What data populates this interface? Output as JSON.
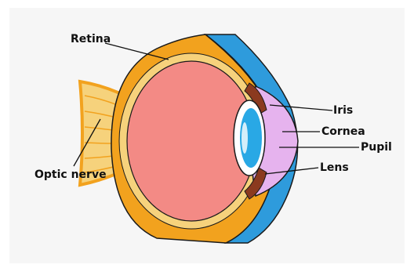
{
  "labels": {
    "retina": "Retina",
    "optic_nerve": "Optic nerve",
    "iris": "Iris",
    "cornea": "Cornea",
    "pupil": "Pupil",
    "lens": "Lens"
  },
  "colors": {
    "background": "#f6f6f6",
    "sclera": "#f2a21e",
    "choroid": "#f6d27c",
    "vitreous": "#f38a85",
    "eyelid_skin": "#2e9bdc",
    "iris": "#8b3a1f",
    "cornea_chamber": "#e6b3ee",
    "lens_outer": "#ffffff",
    "lens_inner": "#29a8e5",
    "nerve": "#f6d27c"
  }
}
